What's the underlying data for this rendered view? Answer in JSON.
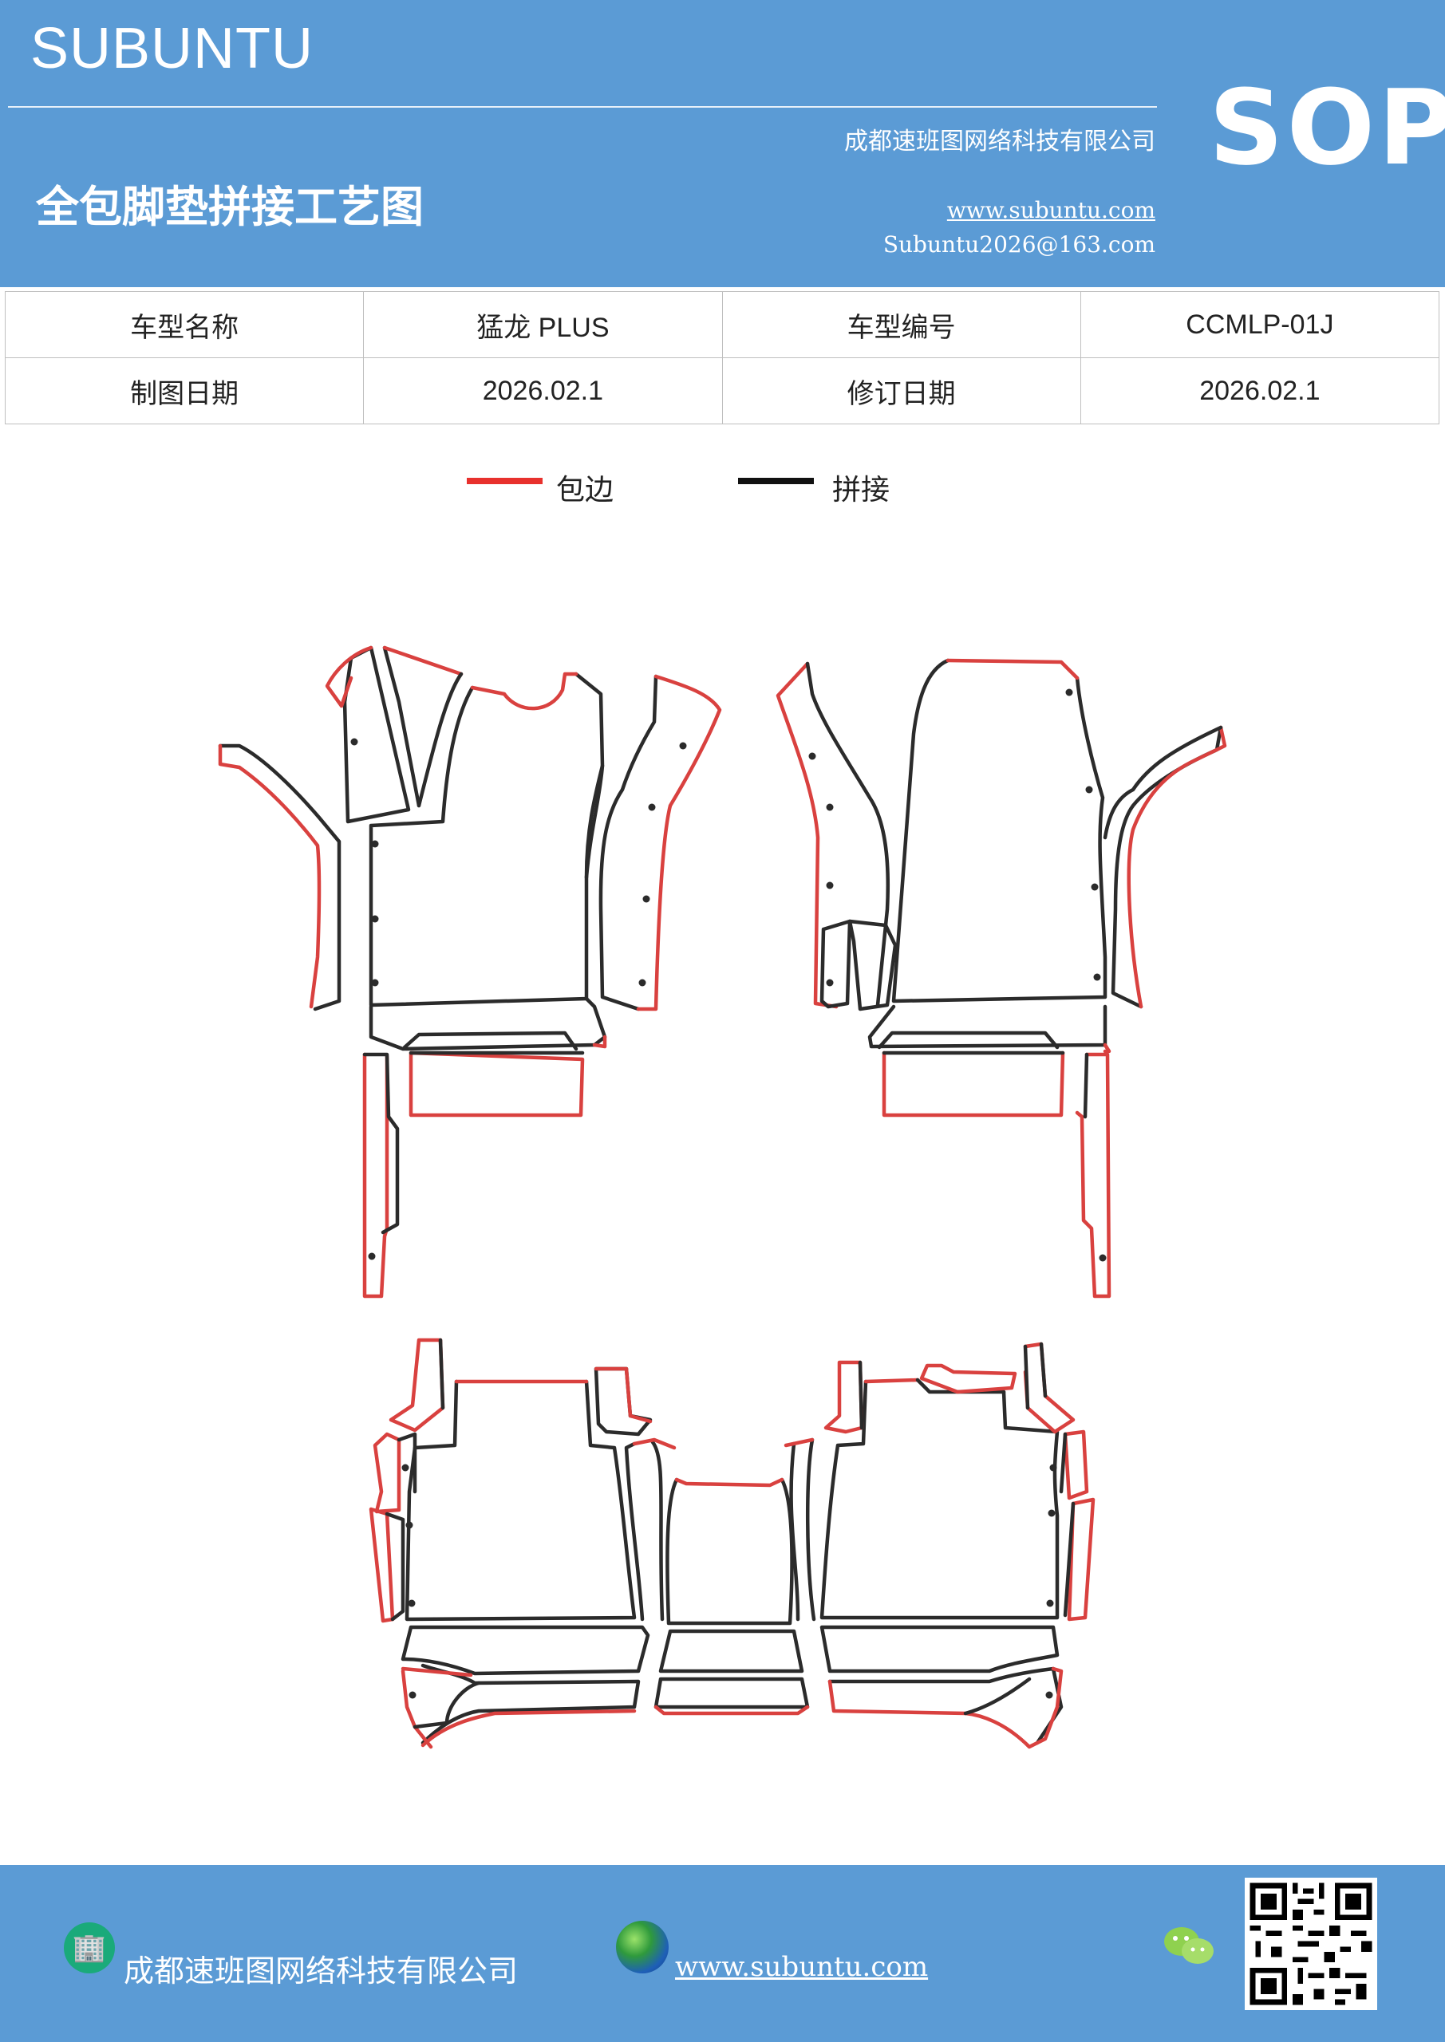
{
  "header": {
    "brand": "SUBUNTU",
    "badge": "SOP",
    "company": "成都速班图网络科技有限公司",
    "title": "全包脚垫拼接工艺图",
    "website": "www.subuntu.com",
    "email": "Subuntu2026@163.com"
  },
  "info_table": {
    "row1": {
      "label1": "车型名称",
      "value1": "猛龙  PLUS",
      "label2": "车型编号",
      "value2": "CCMLP-01J"
    },
    "row2": {
      "label1": "制图日期",
      "value1": "2026.02.1",
      "label2": "修订日期",
      "value2": "2026.02.1"
    }
  },
  "legend": {
    "items": [
      {
        "label": "包边",
        "color": "#e8312d"
      },
      {
        "label": "拼接",
        "color": "#111111"
      }
    ]
  },
  "colors": {
    "header_bg": "#5b9bd5",
    "edge_binding": "#d9413f",
    "seam": "#2b2b2b"
  },
  "footer": {
    "company": "成都速班图网络科技有限公司",
    "website": "www.subuntu.com",
    "icons": [
      "company-icon",
      "globe-icon",
      "wechat-icon",
      "qr-code"
    ]
  }
}
